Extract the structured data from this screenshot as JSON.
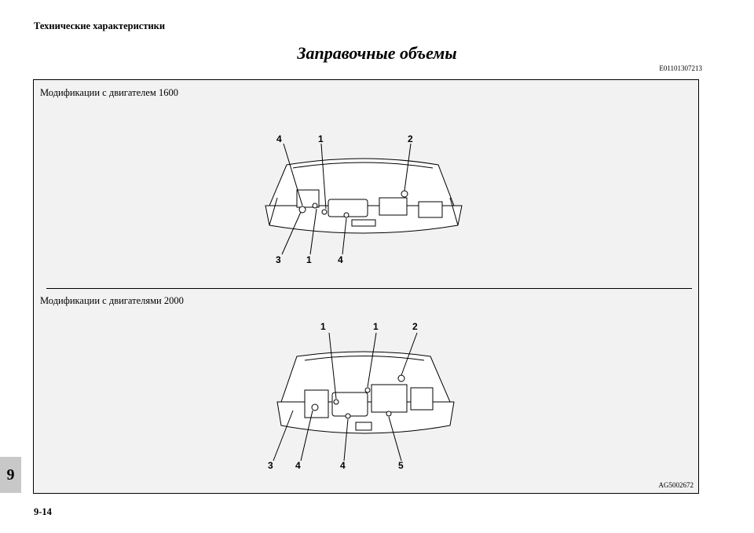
{
  "header": {
    "title": "Технические характеристики"
  },
  "section": {
    "title": "Заправочные объемы",
    "code": "E01101307213"
  },
  "figures": [
    {
      "caption": "Модификации с двигателем 1600",
      "callouts": {
        "top_a": "4",
        "top_b": "1",
        "top_c": "2",
        "bot_a": "3",
        "bot_b": "1",
        "bot_c": "4"
      }
    },
    {
      "caption": "Модификации с двигателями 2000",
      "callouts": {
        "top_a": "1",
        "top_b": "1",
        "top_c": "2",
        "bot_a": "3",
        "bot_b": "4",
        "bot_c": "4",
        "bot_d": "5"
      }
    }
  ],
  "figure_code": "AG5002672",
  "chapter_tab": "9",
  "page_number": "9-14"
}
